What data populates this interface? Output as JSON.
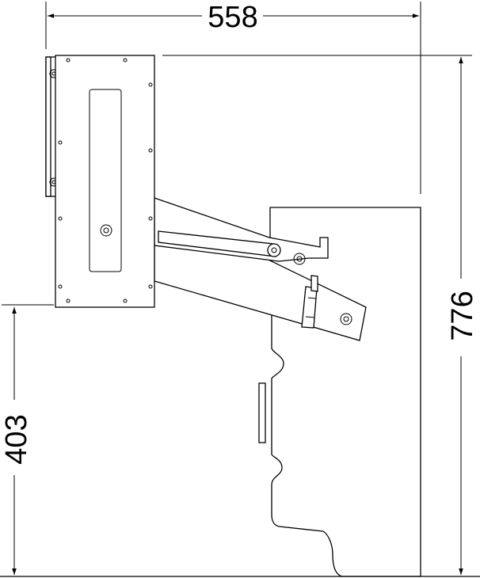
{
  "dimensions": {
    "width": "558",
    "height": "776",
    "lower_height": "403"
  }
}
